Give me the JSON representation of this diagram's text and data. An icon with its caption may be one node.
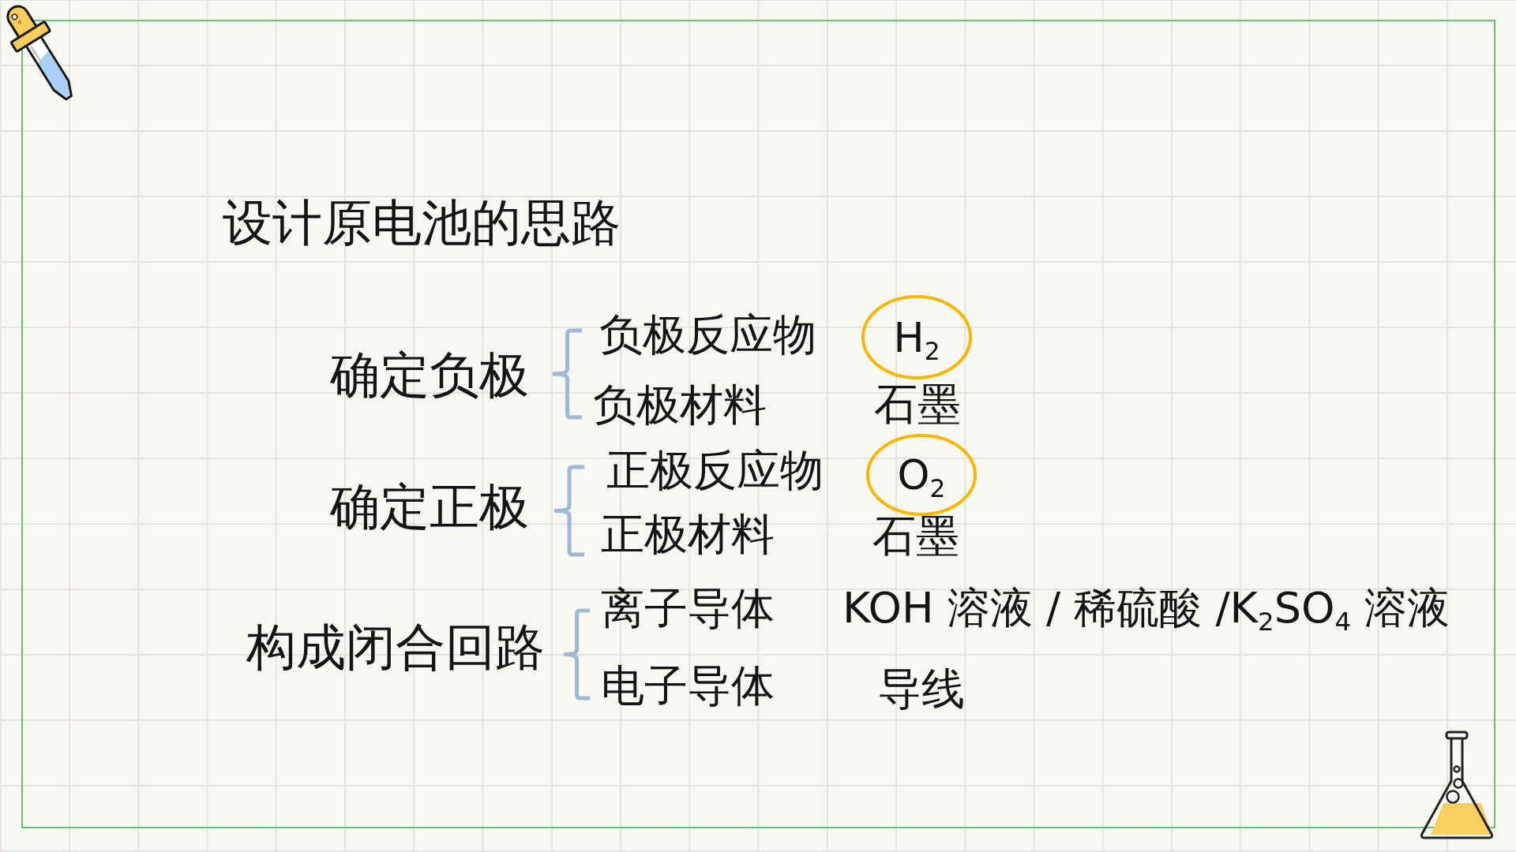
{
  "diagram": {
    "title": "设计原电池的思路",
    "nodes": [
      {
        "text": [
          "H$_{2}$"
        ]
      },
      {
        "text": [
          "O$_{2}$"
        ]
      }
    ],
    "labels": [
      "确定负极",
      "负极反应物",
      "负极材料",
      "石墨",
      "确定正极",
      "正极反应物",
      "正极材料",
      "石墨",
      "构成闭合回路",
      "离子导体",
      "KOH 溶液 / 稀硫酸 /K$_{2}$SO$_{4}$ 溶液",
      "电子导体",
      "导线"
    ]
  }
}
